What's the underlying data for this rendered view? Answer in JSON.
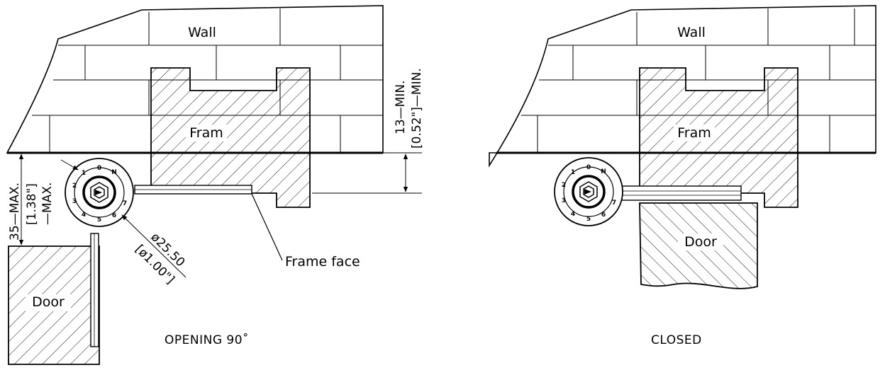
{
  "opening": {
    "wall_label": "Wall",
    "frame_label": "Fram",
    "door_label": "Door",
    "frame_face_label": "Frame face",
    "caption": "OPENING 90˚",
    "dim_min_mm": "13—MIN.",
    "dim_min_in": "[0.52\"]—MIN.",
    "dim_max_mm": "35—MAX.",
    "dim_max_in": "[1.38\"]",
    "dim_max_suffix": "—MAX.",
    "dia_mm": "ø25.50",
    "dia_in": "[ø1.00\"]"
  },
  "closed": {
    "wall_label": "Wall",
    "frame_label": "Fram",
    "door_label": "Door",
    "caption": "CLOSED"
  },
  "dial_numbers": [
    "0",
    "N",
    "1",
    "2",
    "3",
    "4",
    "5",
    "6",
    "7"
  ]
}
